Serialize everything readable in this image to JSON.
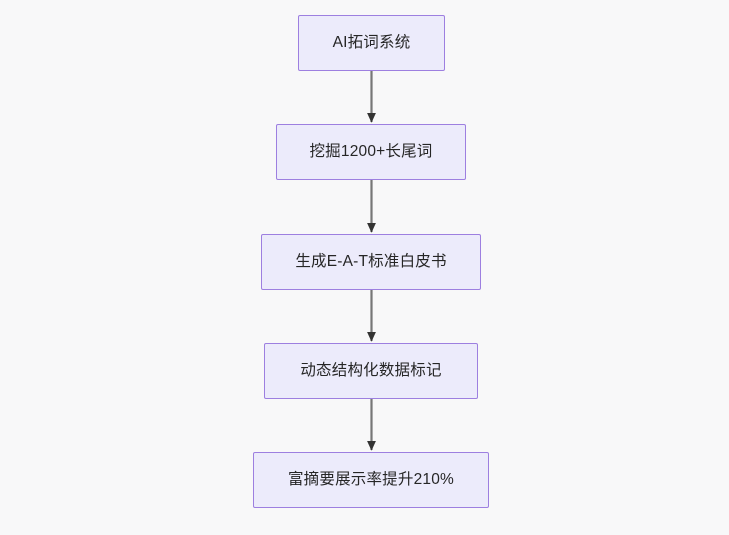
{
  "diagram": {
    "type": "flowchart",
    "direction": "top-to-bottom",
    "background_color": "#f8f8f9",
    "node_fill_color": "#ecebfb",
    "node_border_color": "#9d7fe0",
    "node_text_color": "#262626",
    "edge_line_color": "#777777",
    "edge_arrow_color": "#333333",
    "nodes": [
      {
        "id": "n0",
        "label": "AI拓词系统"
      },
      {
        "id": "n1",
        "label": "挖掘1200+长尾词"
      },
      {
        "id": "n2",
        "label": "生成E-A-T标准白皮书"
      },
      {
        "id": "n3",
        "label": "动态结构化数据标记"
      },
      {
        "id": "n4",
        "label": "富摘要展示率提升210%"
      }
    ],
    "edges": [
      {
        "from": "n0",
        "to": "n1",
        "label": ""
      },
      {
        "from": "n1",
        "to": "n2",
        "label": ""
      },
      {
        "from": "n2",
        "to": "n3",
        "label": ""
      },
      {
        "from": "n3",
        "to": "n4",
        "label": ""
      }
    ]
  }
}
